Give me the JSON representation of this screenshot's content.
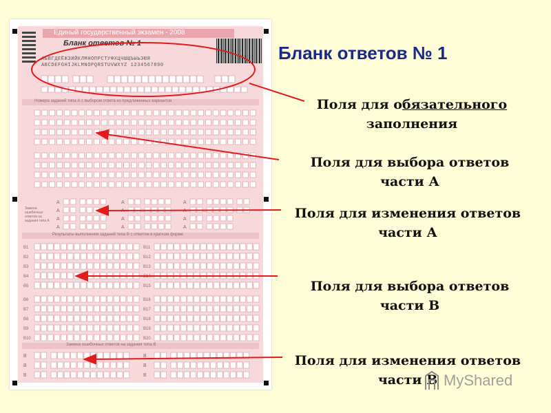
{
  "slide": {
    "title": "Бланк ответов № 1"
  },
  "captions": [
    {
      "pre": "Поля для о",
      "underline": "бязательного",
      "post": "",
      "line2": "заполнения"
    },
    {
      "line1": "Поля для выбора ответов",
      "line2": "части А"
    },
    {
      "line1": "Поля для изменения ответов",
      "line2": "части А"
    },
    {
      "line1": "Поля для выбора ответов",
      "line2": "части В"
    },
    {
      "line1": "Поля для изменения ответов",
      "line2": "части В"
    }
  ],
  "form": {
    "header": "Единый государственный экзамен - 2008",
    "form_name": "Бланк ответов № 1",
    "letters_row1": "АБВГДЕЁЖЗИЙКЛМНОПРСТУФХЦЧШЩЪЫЬЭЮЯ",
    "letters_row2": "ABCDEFGHIJKLMNOPQRSTUVWXYZ 1234567890",
    "part_a_title": "Номера заданий типа А с выбором ответа из предложенных вариантов",
    "part_a_replace_label": "Замена ошибочных ответов на задания типа А",
    "part_b_title": "Результаты выполнения заданий типа В с ответом в кратком форме",
    "part_b_replace_label": "Замена ошибочных ответов на задания типа В",
    "part_a_letter": "А",
    "part_b_letter": "В",
    "b_labels_left": [
      "В1",
      "В2",
      "В3",
      "В4",
      "В5",
      "В6",
      "В7",
      "В8",
      "В9",
      "В10"
    ],
    "b_labels_right": [
      "В11",
      "В12",
      "В13",
      "В14",
      "В15",
      "В16",
      "В17",
      "В18",
      "В19",
      "В20"
    ]
  },
  "watermark": "MyShared",
  "colors": {
    "arrow": "#e31a1a",
    "title": "#1a2a8a",
    "form_bg": "#f7d9dc",
    "background": "#fefdd8"
  }
}
